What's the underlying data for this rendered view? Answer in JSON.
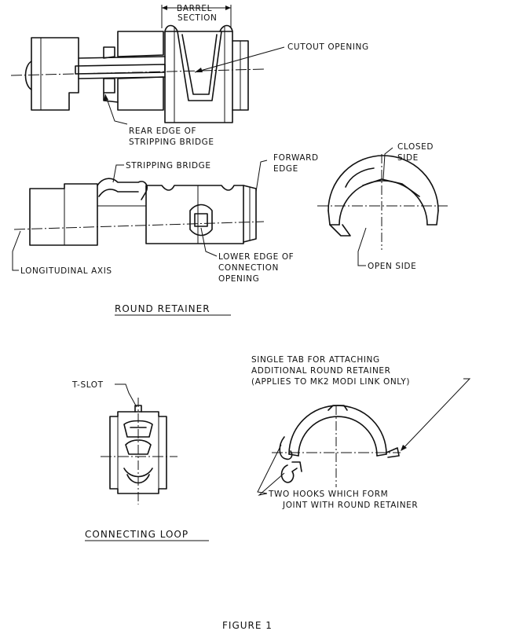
{
  "labels": {
    "barrel_section": [
      "BARREL",
      "SECTION"
    ],
    "cutout_opening": "CUTOUT OPENING",
    "rear_edge": [
      "REAR EDGE OF",
      "STRIPPING BRIDGE"
    ],
    "stripping_bridge": "STRIPPING BRIDGE",
    "forward_edge": [
      "FORWARD",
      "EDGE"
    ],
    "closed_side": [
      "CLOSED",
      "SIDE"
    ],
    "longitudinal_axis": "LONGITUDINAL AXIS",
    "lower_edge": [
      "LOWER EDGE OF",
      "CONNECTION",
      "OPENING"
    ],
    "open_side": "OPEN SIDE",
    "single_tab": [
      "SINGLE TAB FOR ATTACHING",
      "ADDITIONAL ROUND RETAINER",
      "(APPLIES TO MK2 MODI LINK ONLY)"
    ],
    "t_slot": "T-SLOT",
    "two_hooks": [
      "TWO HOOKS WHICH FORM",
      "JOINT WITH ROUND RETAINER"
    ]
  },
  "headings": {
    "round_retainer": "ROUND RETAINER",
    "connecting_loop": "CONNECTING LOOP"
  },
  "caption": "FIGURE 1"
}
